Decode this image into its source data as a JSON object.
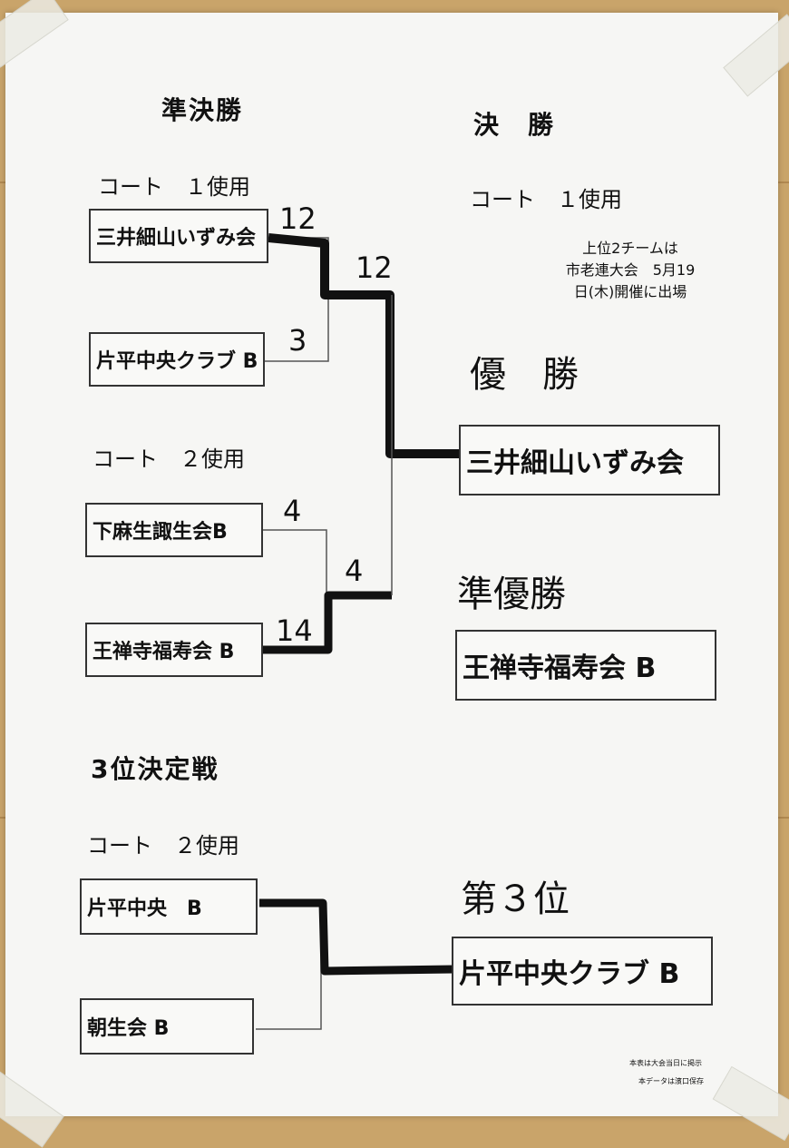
{
  "sections": {
    "semifinal_title": "準決勝",
    "final_title": "決　勝",
    "third_place_title": "3位決定戦"
  },
  "courts": {
    "semifinal_a": "コート　１使用",
    "semifinal_b": "コート　２使用",
    "final": "コート　１使用",
    "third_place": "コート　２使用"
  },
  "note": {
    "line1": "上位2チームは",
    "line2": "市老連大会　5月19",
    "line3": "日(木)開催に出場"
  },
  "semifinal_a": {
    "team1": "三井細山いずみ会",
    "team1_score": "12",
    "team2": "片平中央クラブ B",
    "team2_score": "3",
    "winner_score": "12"
  },
  "semifinal_b": {
    "team1": "下麻生諏生会B",
    "team1_score": "4",
    "team2": "王禅寺福寿会 B",
    "team2_score": "14",
    "loser_score": "4"
  },
  "results": {
    "champion_label": "優　勝",
    "champion": "三井細山いずみ会",
    "runner_up_label": "準優勝",
    "runner_up": "王禅寺福寿会 B",
    "third_label": "第３位",
    "third": "片平中央クラブ B"
  },
  "third_place": {
    "team1": "片平中央　B",
    "team2": "朝生会 B"
  },
  "footer": {
    "line1": "本表は大会当日に掲示",
    "line2": "本データは濱口保存"
  },
  "colors": {
    "paper": "#f6f6f4",
    "wood": "#c9a46a",
    "ink": "#111111"
  }
}
